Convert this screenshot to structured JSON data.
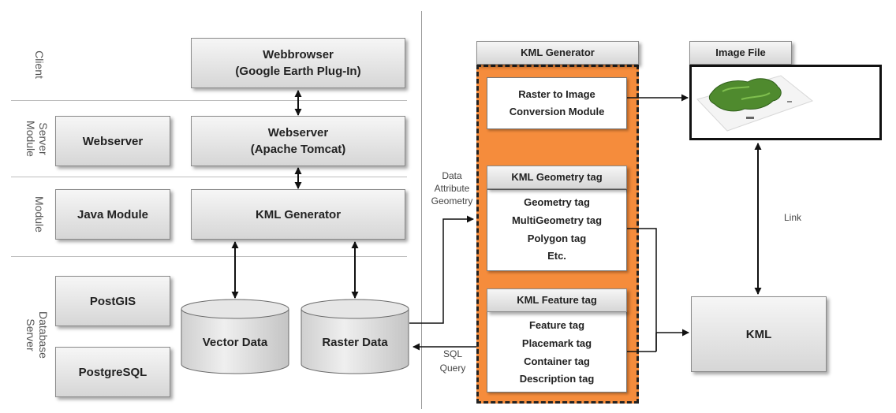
{
  "layers": {
    "client": "Client",
    "server_module": [
      "Server",
      "Module"
    ],
    "module": "Module",
    "database_server": [
      "Database",
      "Server"
    ]
  },
  "left": {
    "webbrowser": [
      "Webbrowser",
      "(Google Earth Plug-In)"
    ],
    "webserver_label": "Webserver",
    "webserver": [
      "Webserver",
      "(Apache Tomcat)"
    ],
    "java_module": "Java Module",
    "kml_generator": "KML Generator",
    "postgis": "PostGIS",
    "postgresql": "PostgreSQL",
    "vector_data": "Vector Data",
    "raster_data": "Raster Data"
  },
  "middle_labels": {
    "data_attribute_geometry": [
      "Data",
      "Attribute",
      "Geometry"
    ],
    "sql_query": [
      "SQL",
      "Query"
    ]
  },
  "generator": {
    "title": "KML Generator",
    "raster_module": [
      "Raster to Image",
      "Conversion Module"
    ],
    "geometry_title": "KML Geometry tag",
    "geometry_items": [
      "Geometry tag",
      "MultiGeometry tag",
      "Polygon tag",
      "Etc."
    ],
    "feature_title": "KML Feature tag",
    "feature_items": [
      "Feature tag",
      "Placemark tag",
      "Container tag",
      "Description tag"
    ]
  },
  "right": {
    "image_file": "Image File",
    "link": "Link",
    "kml": "KML"
  },
  "colors": {
    "orange": "#f58c3c",
    "box_top": "#f6f6f6",
    "box_bottom": "#d6d6d6"
  }
}
